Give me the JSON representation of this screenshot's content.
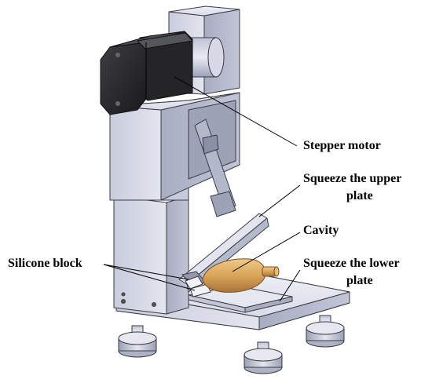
{
  "labels": {
    "stepper_motor": "Stepper motor",
    "upper_plate_line1": "Squeeze the upper",
    "upper_plate_line2": "plate",
    "cavity": "Cavity",
    "silicone_block": "Silicone block",
    "lower_plate_line1": "Squeeze the lower",
    "lower_plate_line2": "plate"
  },
  "colors": {
    "frame_light": "#d8dbe8",
    "frame_mid": "#b9bdd0",
    "frame_dark": "#8e93a8",
    "motor": "#2b2b2e",
    "motor_edge": "#111113",
    "sample": "#d9a55a",
    "outline": "#3a3a44"
  }
}
